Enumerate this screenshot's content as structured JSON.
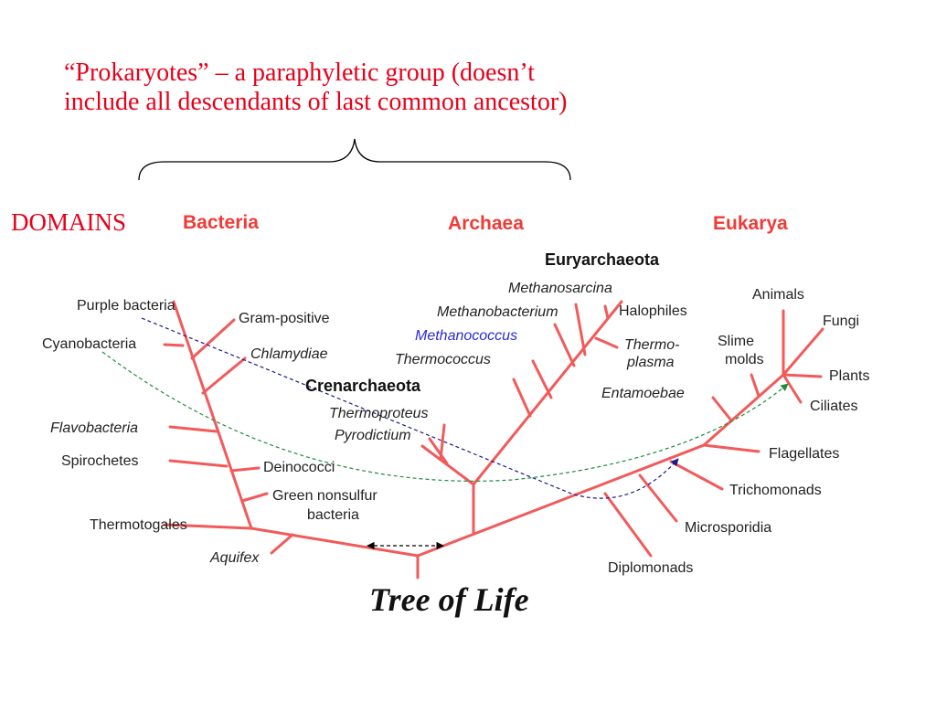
{
  "caption": {
    "line1": "“Prokaryotes” – a paraphyletic group (doesn’t",
    "line2": "include all descendants of last common ancestor)"
  },
  "domains_label": "DOMAINS",
  "domains": {
    "bacteria": "Bacteria",
    "archaea": "Archaea",
    "eukarya": "Eukarya"
  },
  "groups": {
    "euryarchaeota": "Euryarchaeota",
    "crenarchaeota": "Crenarchaeota"
  },
  "bacteria_taxa": {
    "purple": "Purple bacteria",
    "cyano": "Cyanobacteria",
    "gram": "Gram-positive",
    "chlamydiae": "Chlamydiae",
    "flavo": "Flavobacteria",
    "spiro": "Spirochetes",
    "deino": "Deinococci",
    "green1": "Green nonsulfur",
    "green2": "bacteria",
    "thermotogales": "Thermotogales",
    "aquifex": "Aquifex"
  },
  "archaea_taxa": {
    "methanosarcina": "Methanosarcina",
    "methanobacterium": "Methanobacterium",
    "methanococcus": "Methanococcus",
    "thermococcus": "Thermococcus",
    "halophiles": "Halophiles",
    "thermo1": "Thermo-",
    "thermo2": "plasma",
    "thermoproteus": "Thermoproteus",
    "pyrodictium": "Pyrodictium"
  },
  "eukarya_taxa": {
    "animals": "Animals",
    "fungi": "Fungi",
    "slime1": "Slime",
    "slime2": "molds",
    "plants": "Plants",
    "ciliates": "Ciliates",
    "entamoebae": "Entamoebae",
    "flagellates": "Flagellates",
    "trichomonads": "Trichomonads",
    "microsporidia": "Microsporidia",
    "diplomonads": "Diplomonads"
  },
  "tree_title": "Tree of Life",
  "colors": {
    "title_red": "#e8001a",
    "branch": "#f25a5a",
    "blue_arrow": "#1a1a8c",
    "green_arrow": "#1e8c3a"
  }
}
